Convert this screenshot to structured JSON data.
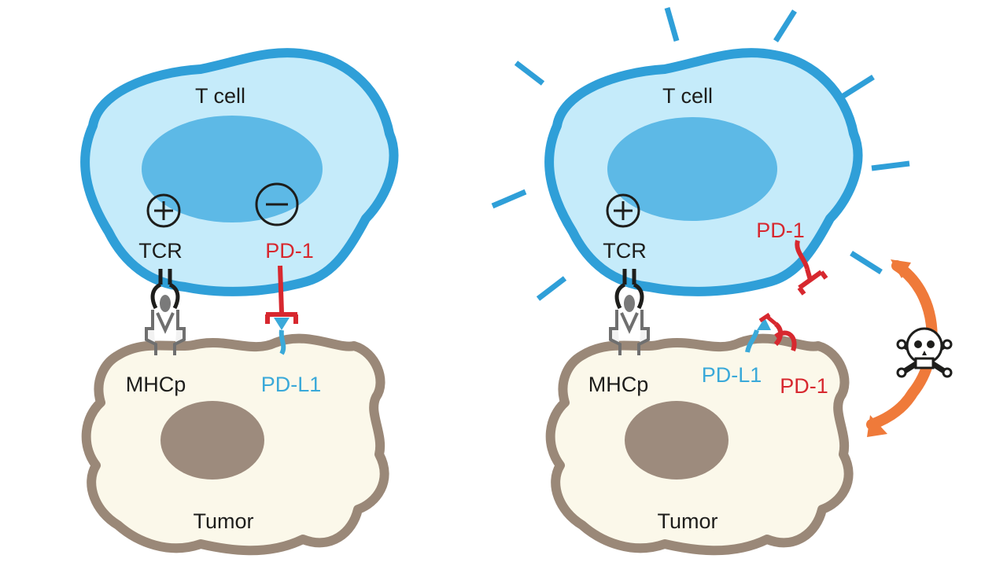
{
  "left_panel": {
    "t_cell_label": "T cell",
    "tumor_label": "Tumor",
    "tcr_label": "TCR",
    "mhcp_label": "MHCp",
    "pd1_label": "PD-1",
    "pdl1_label": "PD-L1",
    "activating_sign": "+",
    "inhibiting_sign": "−"
  },
  "right_panel": {
    "t_cell_label": "T cell",
    "tumor_label": "Tumor",
    "tcr_label": "TCR",
    "mhcp_label": "MHCp",
    "pd1_tcell_label": "PD-1",
    "pdl1_label": "PD-L1",
    "pd1_tumor_label": "PD-1",
    "activating_sign": "+"
  },
  "icons": [
    "plus-circle-icon",
    "minus-circle-icon",
    "skull-crossbones-icon",
    "curved-arrow-icon"
  ],
  "colors": {
    "t_cell_fill": "#c5ebfa",
    "t_cell_border": "#2f9fd8",
    "t_cell_nucleus": "#5db9e6",
    "tumor_fill": "#fbf8ea",
    "tumor_border": "#9a8878",
    "tumor_nucleus": "#9d8b7d",
    "pd1": "#d7282f",
    "pdl1": "#3aa9d9",
    "arrow": "#ef7a3a",
    "text": "#1d1d1b"
  }
}
